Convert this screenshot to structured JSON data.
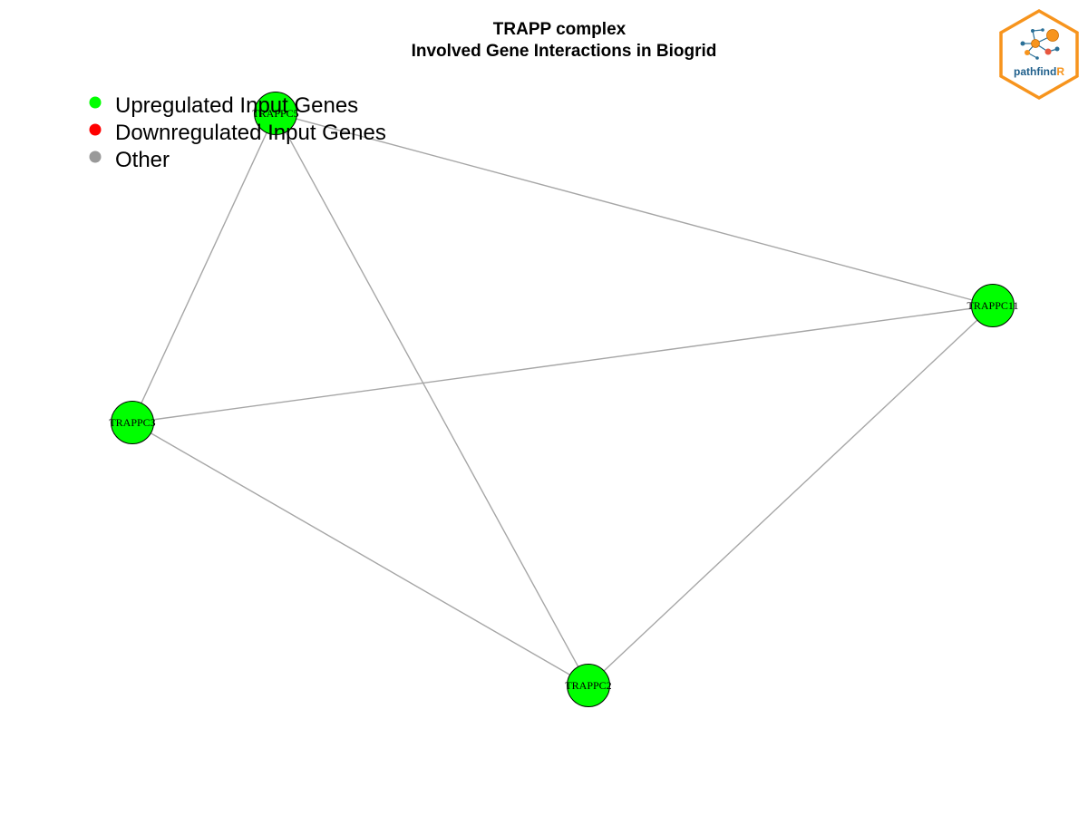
{
  "title": {
    "line1": "TRAPP complex",
    "line2": "Involved Gene Interactions in Biogrid"
  },
  "legend": [
    {
      "label": "Upregulated Input Genes",
      "color": "#00ff00"
    },
    {
      "label": "Downregulated Input Genes",
      "color": "#ff0000"
    },
    {
      "label": "Other",
      "color": "#999999"
    }
  ],
  "logo": {
    "text_main": "pathfind",
    "text_accent": "R",
    "border_color": "#f7941d",
    "text_color": "#1f5f8b"
  },
  "colors": {
    "edge": "#a6a6a6",
    "upregulated": "#00ff00"
  },
  "nodes": [
    {
      "id": "TRAPPC5",
      "label": "TRAPPC5",
      "type": "upregulated"
    },
    {
      "id": "TRAPPC11",
      "label": "TRAPPC11",
      "type": "upregulated"
    },
    {
      "id": "TRAPPC3",
      "label": "TRAPPC3",
      "type": "upregulated"
    },
    {
      "id": "TRAPPC2",
      "label": "TRAPPC2",
      "type": "upregulated"
    }
  ],
  "edges": [
    [
      "TRAPPC5",
      "TRAPPC11"
    ],
    [
      "TRAPPC5",
      "TRAPPC3"
    ],
    [
      "TRAPPC5",
      "TRAPPC2"
    ],
    [
      "TRAPPC3",
      "TRAPPC11"
    ],
    [
      "TRAPPC3",
      "TRAPPC2"
    ],
    [
      "TRAPPC2",
      "TRAPPC11"
    ]
  ]
}
